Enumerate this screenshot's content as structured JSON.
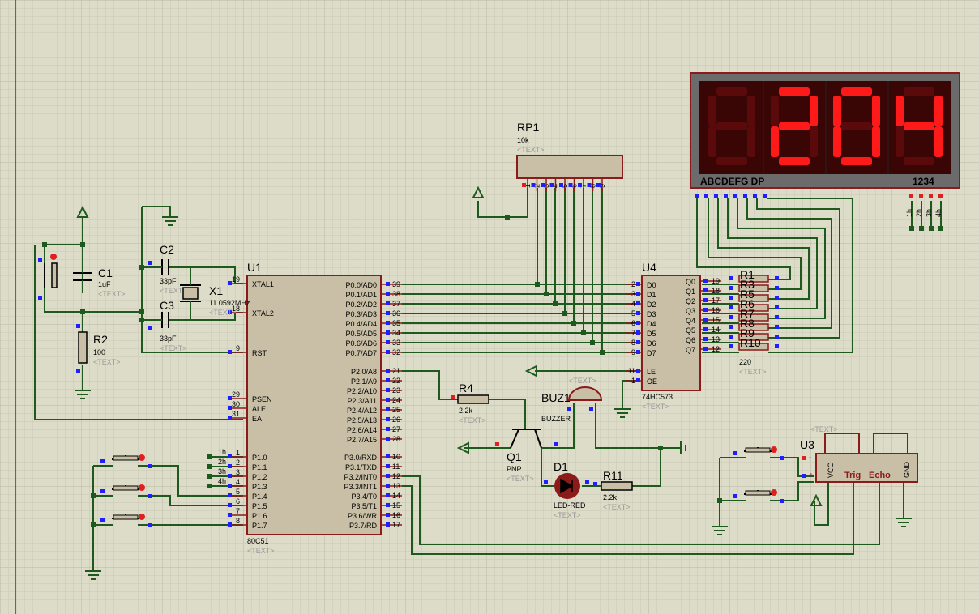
{
  "components": {
    "u1": {
      "ref": "U1",
      "part": "80C51",
      "text": "<TEXT>",
      "pins_left": [
        {
          "n": "19",
          "l": "XTAL1"
        },
        {
          "n": "18",
          "l": "XTAL2"
        },
        {
          "n": "9",
          "l": "RST"
        },
        {
          "n": "29",
          "l": "PSEN"
        },
        {
          "n": "30",
          "l": "ALE"
        },
        {
          "n": "31",
          "l": "EA"
        },
        {
          "n": "1",
          "l": "P1.0"
        },
        {
          "n": "2",
          "l": "P1.1"
        },
        {
          "n": "3",
          "l": "P1.2"
        },
        {
          "n": "4",
          "l": "P1.3"
        },
        {
          "n": "5",
          "l": "P1.4"
        },
        {
          "n": "6",
          "l": "P1.5"
        },
        {
          "n": "7",
          "l": "P1.6"
        },
        {
          "n": "8",
          "l": "P1.7"
        }
      ],
      "pins_right": [
        {
          "n": "39",
          "l": "P0.0/AD0"
        },
        {
          "n": "38",
          "l": "P0.1/AD1"
        },
        {
          "n": "37",
          "l": "P0.2/AD2"
        },
        {
          "n": "36",
          "l": "P0.3/AD3"
        },
        {
          "n": "35",
          "l": "P0.4/AD4"
        },
        {
          "n": "34",
          "l": "P0.5/AD5"
        },
        {
          "n": "33",
          "l": "P0.6/AD6"
        },
        {
          "n": "32",
          "l": "P0.7/AD7"
        },
        {
          "n": "21",
          "l": "P2.0/A8"
        },
        {
          "n": "22",
          "l": "P2.1/A9"
        },
        {
          "n": "23",
          "l": "P2.2/A10"
        },
        {
          "n": "24",
          "l": "P2.3/A11"
        },
        {
          "n": "25",
          "l": "P2.4/A12"
        },
        {
          "n": "26",
          "l": "P2.5/A13"
        },
        {
          "n": "27",
          "l": "P2.6/A14"
        },
        {
          "n": "28",
          "l": "P2.7/A15"
        },
        {
          "n": "10",
          "l": "P3.0/RXD"
        },
        {
          "n": "11",
          "l": "P3.1/TXD"
        },
        {
          "n": "12",
          "l": "P3.2/INT0"
        },
        {
          "n": "13",
          "l": "P3.3/INT1"
        },
        {
          "n": "14",
          "l": "P3.4/T0"
        },
        {
          "n": "15",
          "l": "P3.5/T1"
        },
        {
          "n": "16",
          "l": "P3.6/WR"
        },
        {
          "n": "17",
          "l": "P3.7/RD"
        }
      ]
    },
    "u4": {
      "ref": "U4",
      "part": "74HC573",
      "text": "<TEXT>",
      "pins_left": [
        {
          "n": "2",
          "l": "D0"
        },
        {
          "n": "3",
          "l": "D1"
        },
        {
          "n": "4",
          "l": "D2"
        },
        {
          "n": "5",
          "l": "D3"
        },
        {
          "n": "6",
          "l": "D4"
        },
        {
          "n": "7",
          "l": "D5"
        },
        {
          "n": "8",
          "l": "D6"
        },
        {
          "n": "9",
          "l": "D7"
        },
        {
          "n": "11",
          "l": "LE"
        },
        {
          "n": "1",
          "l": "OE"
        }
      ],
      "pins_right": [
        {
          "n": "19",
          "l": "Q0"
        },
        {
          "n": "18",
          "l": "Q1"
        },
        {
          "n": "17",
          "l": "Q2"
        },
        {
          "n": "16",
          "l": "Q3"
        },
        {
          "n": "15",
          "l": "Q4"
        },
        {
          "n": "14",
          "l": "Q5"
        },
        {
          "n": "13",
          "l": "Q6"
        },
        {
          "n": "12",
          "l": "Q7"
        }
      ]
    },
    "u3": {
      "ref": "U3",
      "text": "<TEXT>",
      "pins": [
        "VCC",
        "Trig",
        "Echo",
        "GND"
      ]
    },
    "rp1": {
      "ref": "RP1",
      "value": "10k",
      "text": "<TEXT>",
      "pins": [
        "1",
        "2",
        "3",
        "4",
        "5",
        "6",
        "7",
        "8",
        "9"
      ]
    },
    "c1": {
      "ref": "C1",
      "value": "1uF",
      "text": "<TEXT>"
    },
    "c2": {
      "ref": "C2",
      "value": "33pF",
      "text": "<TEXT>"
    },
    "c3": {
      "ref": "C3",
      "value": "33pF",
      "text": "<TEXT>"
    },
    "x1": {
      "ref": "X1",
      "value": "11.0592MHz",
      "text": "<TEXT>"
    },
    "r2": {
      "ref": "R2",
      "value": "100",
      "text": "<TEXT>"
    },
    "r4": {
      "ref": "R4",
      "value": "2.2k",
      "text": "<TEXT>"
    },
    "r11": {
      "ref": "R11",
      "value": "2.2k",
      "text": "<TEXT>"
    },
    "rbank": {
      "refs": [
        "R1",
        "R3",
        "R5",
        "R6",
        "R7",
        "R8",
        "R9",
        "R10"
      ],
      "value": "220",
      "text": "<TEXT>"
    },
    "q1": {
      "ref": "Q1",
      "value": "PNP",
      "text": "<TEXT>"
    },
    "d1": {
      "ref": "D1",
      "value": "LED-RED",
      "text": "<TEXT>"
    },
    "buz1": {
      "ref": "BUZ1",
      "value": "BUZZER",
      "text": "<TEXT>"
    },
    "display": {
      "segments_label": "ABCDEFG DP",
      "digits_label": "1234",
      "digit_values": [
        "",
        "2",
        "0",
        "4"
      ],
      "on_color": "#ff1a1a",
      "off_color": "#5a0a0a",
      "bezel_color": "#6b6b6b"
    },
    "digit_pins": [
      "1h",
      "2h",
      "3h",
      "4h"
    ],
    "p1_net_labels": [
      "1h",
      "2h",
      "3h",
      "4h"
    ]
  },
  "colors": {
    "wire": "#1e5a1e",
    "outline": "#8b1a1a",
    "body": "#c8bfa6",
    "background": "#dcdcc8"
  }
}
